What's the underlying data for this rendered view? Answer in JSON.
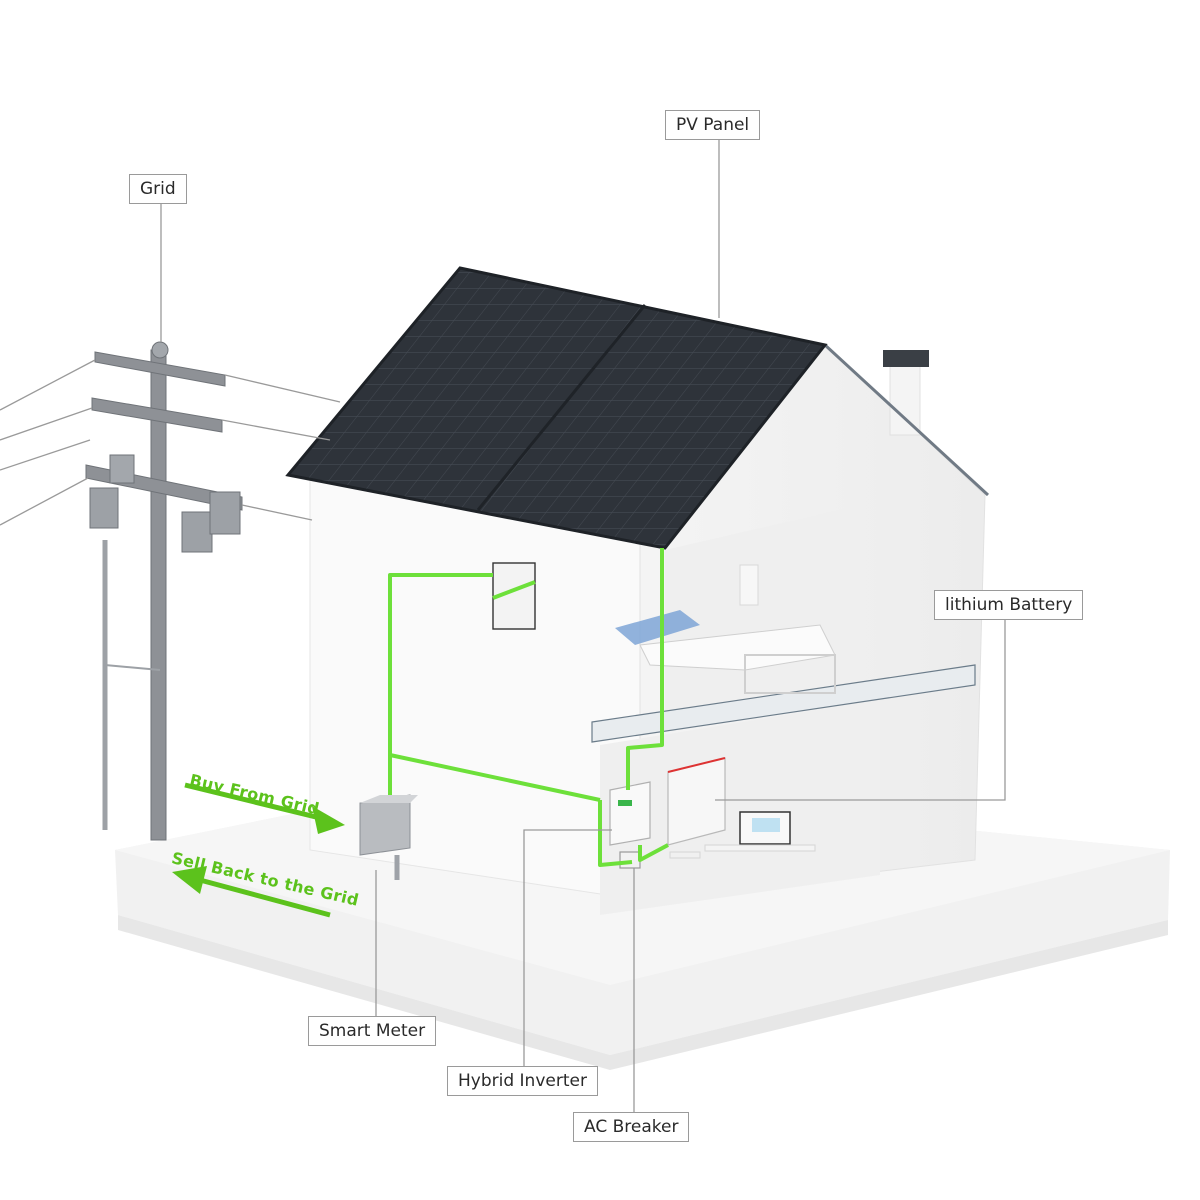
{
  "labels": {
    "grid": "Grid",
    "pv_panel": "PV Panel",
    "lithium_battery": "lithium Battery",
    "smart_meter": "Smart Meter",
    "hybrid_inverter": "Hybrid Inverter",
    "ac_breaker": "AC Breaker"
  },
  "flows": {
    "buy": "Buy From Grid",
    "sell": "Sell Back to the Grid"
  },
  "colors": {
    "flow_green": "#5cc21c",
    "wire_green": "#6de03a",
    "panel_dark": "#2c3138",
    "pole_gray": "#8e9196",
    "leader_gray": "#9a9a9a"
  }
}
